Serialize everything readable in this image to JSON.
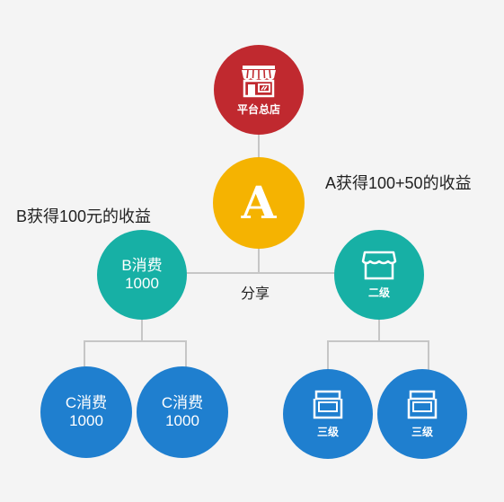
{
  "root": {
    "label": "平台总店",
    "icon": "storefront-icon"
  },
  "a": {
    "letter": "A",
    "annotation": "A获得100+50的收益"
  },
  "b": {
    "line1": "B消费",
    "line2": "1000",
    "annotation": "B获得100元的收益"
  },
  "share_label": "分享",
  "second_level": {
    "label": "二级",
    "icon": "store-icon"
  },
  "c_nodes": [
    {
      "line1": "C消费",
      "line2": "1000"
    },
    {
      "line1": "C消费",
      "line2": "1000"
    }
  ],
  "third_level": [
    {
      "label": "三级",
      "icon": "store-icon"
    },
    {
      "label": "三级",
      "icon": "store-icon"
    }
  ],
  "colors": {
    "root": "#c0292f",
    "a": "#f5b301",
    "second_tier": "#17b0a5",
    "third_tier": "#1f7fcf",
    "connector": "#c6c6c6"
  }
}
